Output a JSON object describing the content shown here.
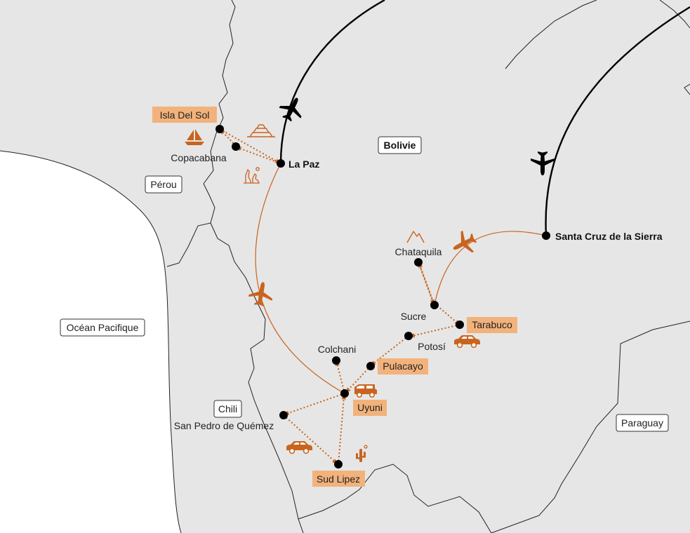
{
  "map": {
    "accent_color": "#c8641e",
    "highlight_color": "#f2b27c",
    "background_color": "#e6e6e6",
    "countries": [
      "Bolivie",
      "Pérou",
      "Chili",
      "Paraguay"
    ],
    "sea": "Océan Pacifique"
  },
  "stops": {
    "isla_del_sol": "Isla Del Sol",
    "copacabana": "Copacabana",
    "la_paz": "La Paz",
    "santa_cruz": "Santa Cruz de la Sierra",
    "chataquila": "Chataquila",
    "sucre": "Sucre",
    "tarabuco": "Tarabuco",
    "potosi": "Potosí",
    "colchani": "Colchani",
    "pulacayo": "Pulacayo",
    "uyuni": "Uyuni",
    "san_pedro": "San Pedro de Quémez",
    "sud_lipez": "Sud Lipez"
  },
  "highlighted_stops": [
    "Isla Del Sol",
    "Tarabuco",
    "Pulacayo",
    "Uyuni",
    "Sud Lipez"
  ],
  "bold_stops": [
    "La Paz",
    "Santa Cruz de la Sierra"
  ],
  "itinerary": [
    "Santa Cruz de la Sierra",
    "Sucre",
    "Chataquila",
    "Sucre",
    "Tarabuco",
    "Potosí",
    "Pulacayo",
    "Uyuni",
    "Colchani",
    "Uyuni",
    "San Pedro de Quémez",
    "Sud Lipez",
    "Uyuni",
    "La Paz",
    "Copacabana",
    "Isla Del Sol",
    "La Paz"
  ],
  "transport_icons": [
    "plane-icon",
    "sailboat-icon",
    "temple-icon",
    "hands-icon",
    "mountain-icon",
    "car-icon",
    "jeep-icon",
    "cactus-icon"
  ]
}
